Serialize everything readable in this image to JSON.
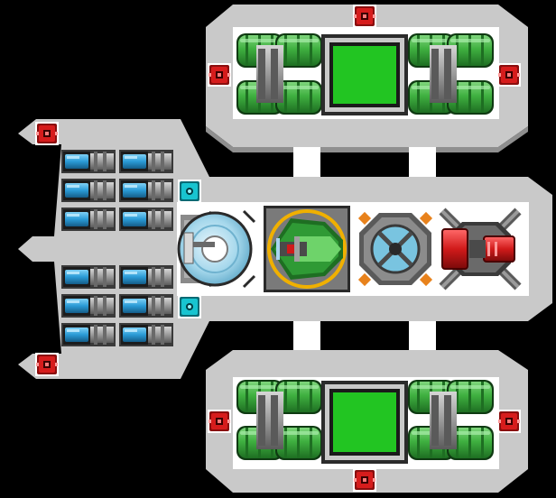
{
  "palette": {
    "background": "#000000",
    "hull_light": "#c9c9c9",
    "hull_shadow": "#8f8f8f",
    "room_floor": "#ffffff",
    "tank_green": "#3fb040",
    "tank_green_dark": "#1e6e22",
    "screen_green": "#22c522",
    "pipe_grey": "#9a9a9a",
    "battery_blue": "#2a9bd6",
    "hardpoint_red": "#d61c1c",
    "hardpoint_cyan": "#18c4d0",
    "turret_red": "#d11a1a",
    "core_green": "#2f9a35",
    "core_gold": "#f0b000",
    "shield_blue": "#79c4e0",
    "connector_orange": "#e8821c"
  },
  "modules": [
    {
      "id": "top-pod",
      "type": "fuel-tank-pod"
    },
    {
      "id": "bottom-pod",
      "type": "fuel-tank-pod"
    },
    {
      "id": "upper-battery-bank",
      "type": "battery-bank",
      "cells": 6
    },
    {
      "id": "lower-battery-bank",
      "type": "battery-bank",
      "cells": 6
    },
    {
      "id": "shield-dome",
      "type": "shield-generator"
    },
    {
      "id": "command-core",
      "type": "cockpit"
    },
    {
      "id": "gyro-module",
      "type": "gyroscope"
    },
    {
      "id": "red-turret",
      "type": "weapon-turret"
    }
  ],
  "hardpoints": [
    {
      "id": "hp-top-top",
      "kind": "red-emitter-icon"
    },
    {
      "id": "hp-top-left",
      "kind": "red-emitter-icon"
    },
    {
      "id": "hp-top-right",
      "kind": "red-emitter-icon"
    },
    {
      "id": "hp-bot-left",
      "kind": "red-emitter-icon"
    },
    {
      "id": "hp-bot-right",
      "kind": "red-emitter-icon"
    },
    {
      "id": "hp-bot-bottom",
      "kind": "red-emitter-icon"
    },
    {
      "id": "hp-wing-top",
      "kind": "red-emitter-icon"
    },
    {
      "id": "hp-wing-bottom",
      "kind": "red-emitter-icon"
    },
    {
      "id": "hp-mid-upper",
      "kind": "cyan-port-icon"
    },
    {
      "id": "hp-mid-lower",
      "kind": "cyan-port-icon"
    }
  ]
}
